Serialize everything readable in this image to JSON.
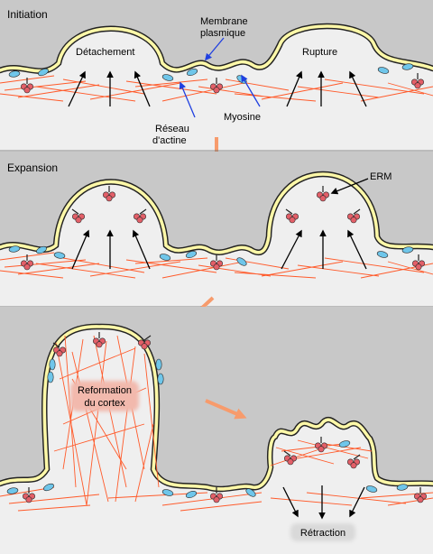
{
  "panels": [
    {
      "title": "Initiation"
    },
    {
      "title": "Expansion"
    },
    {
      "title": ""
    }
  ],
  "labels": {
    "detachement": "Détachement",
    "membrane_line1": "Membrane",
    "membrane_line2": "plasmique",
    "rupture": "Rupture",
    "reseau_line1": "Réseau",
    "reseau_line2": "d'actine",
    "myosine": "Myosine",
    "erm": "ERM",
    "reformation_line1": "Reformation",
    "reformation_line2": "du cortex",
    "retraction": "Rétraction"
  },
  "colors": {
    "panel_background": "#c8c8c8",
    "cytoplasm": "#efefef",
    "membrane_fill": "#fdf8a8",
    "membrane_stroke": "#222222",
    "actin": "#ff5a2a",
    "myosin": "#6fc6ea",
    "erm": "#e35f68",
    "pointer_arrow": "#2040e0",
    "transition_arrow": "#f79b6c",
    "label_highlight": "#f2b9ad"
  }
}
